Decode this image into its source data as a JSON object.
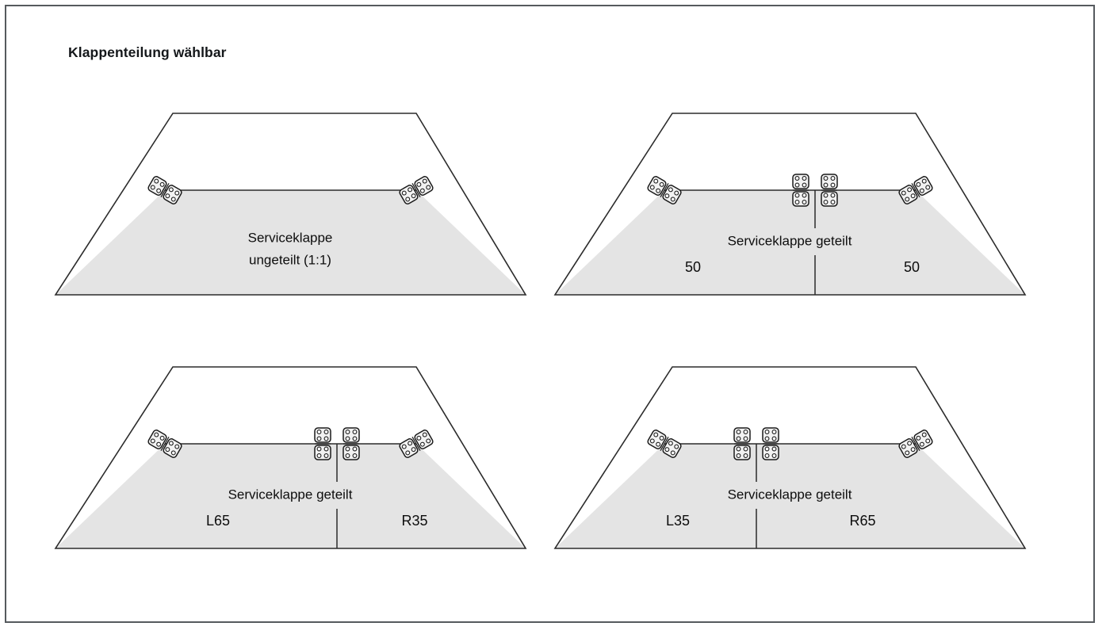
{
  "document": {
    "title": "Klappenteilung wählbar",
    "frame_color": "#555a5e",
    "flap_fill_color": "#e4e4e4",
    "outline_color": "#2b2b2b"
  },
  "panels": [
    {
      "id": "ungeteilt",
      "caption_line1": "Serviceklappe",
      "caption_line2": "ungeteilt (1:1)",
      "split": false,
      "left_value": "",
      "right_value": "",
      "hinge_count": 2
    },
    {
      "id": "geteilt-50-50",
      "caption_line1": "Serviceklappe geteilt",
      "caption_line2": "",
      "split": true,
      "split_ratio": 50,
      "left_value": "50",
      "right_value": "50",
      "hinge_count": 4
    },
    {
      "id": "geteilt-l65-r35",
      "caption_line1": "Serviceklappe geteilt",
      "caption_line2": "",
      "split": true,
      "split_ratio": 65,
      "left_value": "L65",
      "right_value": "R35",
      "hinge_count": 4
    },
    {
      "id": "geteilt-l35-r65",
      "caption_line1": "Serviceklappe geteilt",
      "caption_line2": "",
      "split": true,
      "split_ratio": 35,
      "left_value": "L35",
      "right_value": "R65",
      "hinge_count": 4
    }
  ],
  "icons": {
    "hinge": "hinge-icon"
  }
}
